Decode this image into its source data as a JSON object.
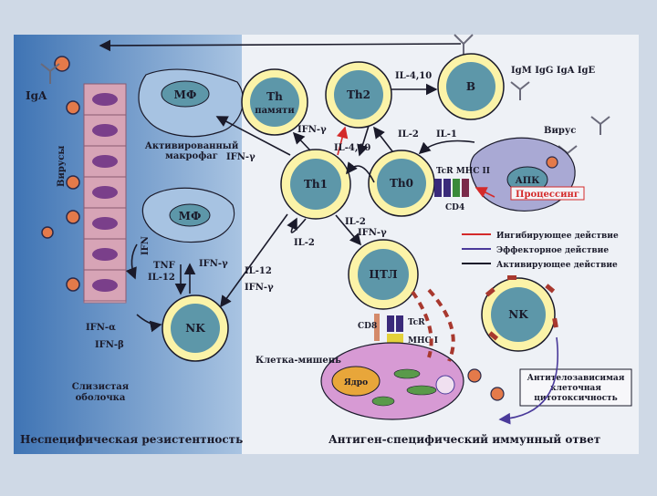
{
  "sections": {
    "left_title": "Неспецифическая резистентность",
    "right_title": "Антиген-специфический иммунный ответ"
  },
  "cells": {
    "th_memory": {
      "line1": "Th",
      "line2": "памяти"
    },
    "th2": "Th2",
    "b": "B",
    "th1": "Th1",
    "th0": "Th0",
    "apc": "АПК",
    "ctl": "ЦТЛ",
    "nk_left": "NK",
    "nk_right": "NK",
    "mf_active": "МФ",
    "mf_rest": "МФ",
    "nucleus": "Ядро"
  },
  "labels": {
    "iga": "IgA",
    "viruses_left": "Вирусы",
    "ifn_vertical": "IFN",
    "activated_macrophage": {
      "line1": "Активированный",
      "line2": "макрофаг"
    },
    "ifn_gamma_mf": "IFN-γ",
    "tnf": "TNF",
    "il12_left": "IL-12",
    "ifn_gamma_nk": "IFN-γ",
    "il12_th1": "IL-12",
    "ifn_gamma_th1_nk": "IFN-γ",
    "ifn_alpha": "IFN-α",
    "ifn_beta": "IFN-β",
    "mucosa": {
      "line1": "Слизистая",
      "line2": "оболочка"
    },
    "il410_top": "IL-4,10",
    "ig_classes": "IgM IgG IgA IgE",
    "virus_right": "Вирус",
    "il2_th0": "IL-2",
    "il1": "IL-1",
    "ifn_gamma_center": "IFN-γ",
    "il410_center": "IL-4,10",
    "tcr_mhc2": "TcR MHC II",
    "cd4": "CD4",
    "processing": "Процессинг",
    "il2_th1_loop": "IL-2",
    "il2_ctl": "IL-2",
    "ifn_gamma_ctl": "IFN-γ",
    "cd8": "CD8",
    "tcr_ctl": "TcR",
    "mhc1": "MHC I",
    "target_cell": "Клетка-мишень",
    "adcc": {
      "line1": "Антителозависимая",
      "line2": "клеточная",
      "line3": "цитотоксичность"
    }
  },
  "legend": [
    {
      "label": "Ингибирующее действие",
      "color": "#d42a2a"
    },
    {
      "label": "Эффекторное действие",
      "color": "#4a3a9a"
    },
    {
      "label": "Активирующее действие",
      "color": "#1a1a2a"
    }
  ],
  "colors": {
    "background": "#cfd9e6",
    "panel_left": "#4f86c2",
    "panel_right": "#eef1f6",
    "cell_ring": "#fbf3a8",
    "cell_nucleus": "#5d97a9",
    "inhibit": "#d42a2a",
    "effector": "#4a3a9a",
    "activate": "#1a1a2a"
  }
}
